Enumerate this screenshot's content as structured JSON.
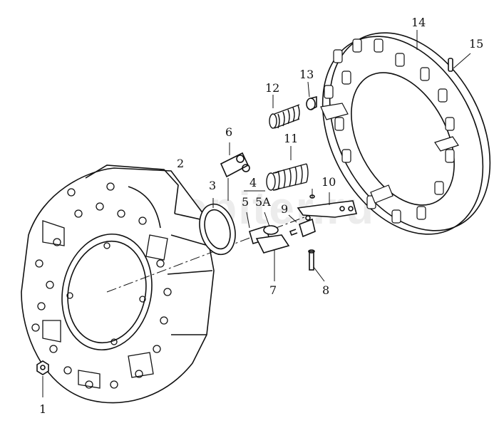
{
  "watermark": "autopiter.ru",
  "callouts": [
    {
      "id": "1",
      "label": "1"
    },
    {
      "id": "2",
      "label": "2"
    },
    {
      "id": "3",
      "label": "3"
    },
    {
      "id": "4",
      "label": "4"
    },
    {
      "id": "5",
      "label": "5"
    },
    {
      "id": "5A",
      "label": "5A"
    },
    {
      "id": "6",
      "label": "6"
    },
    {
      "id": "7",
      "label": "7"
    },
    {
      "id": "8",
      "label": "8"
    },
    {
      "id": "9",
      "label": "9"
    },
    {
      "id": "10",
      "label": "10"
    },
    {
      "id": "11",
      "label": "11"
    },
    {
      "id": "12",
      "label": "12"
    },
    {
      "id": "13",
      "label": "13"
    },
    {
      "id": "14",
      "label": "14"
    },
    {
      "id": "15",
      "label": "15"
    }
  ]
}
